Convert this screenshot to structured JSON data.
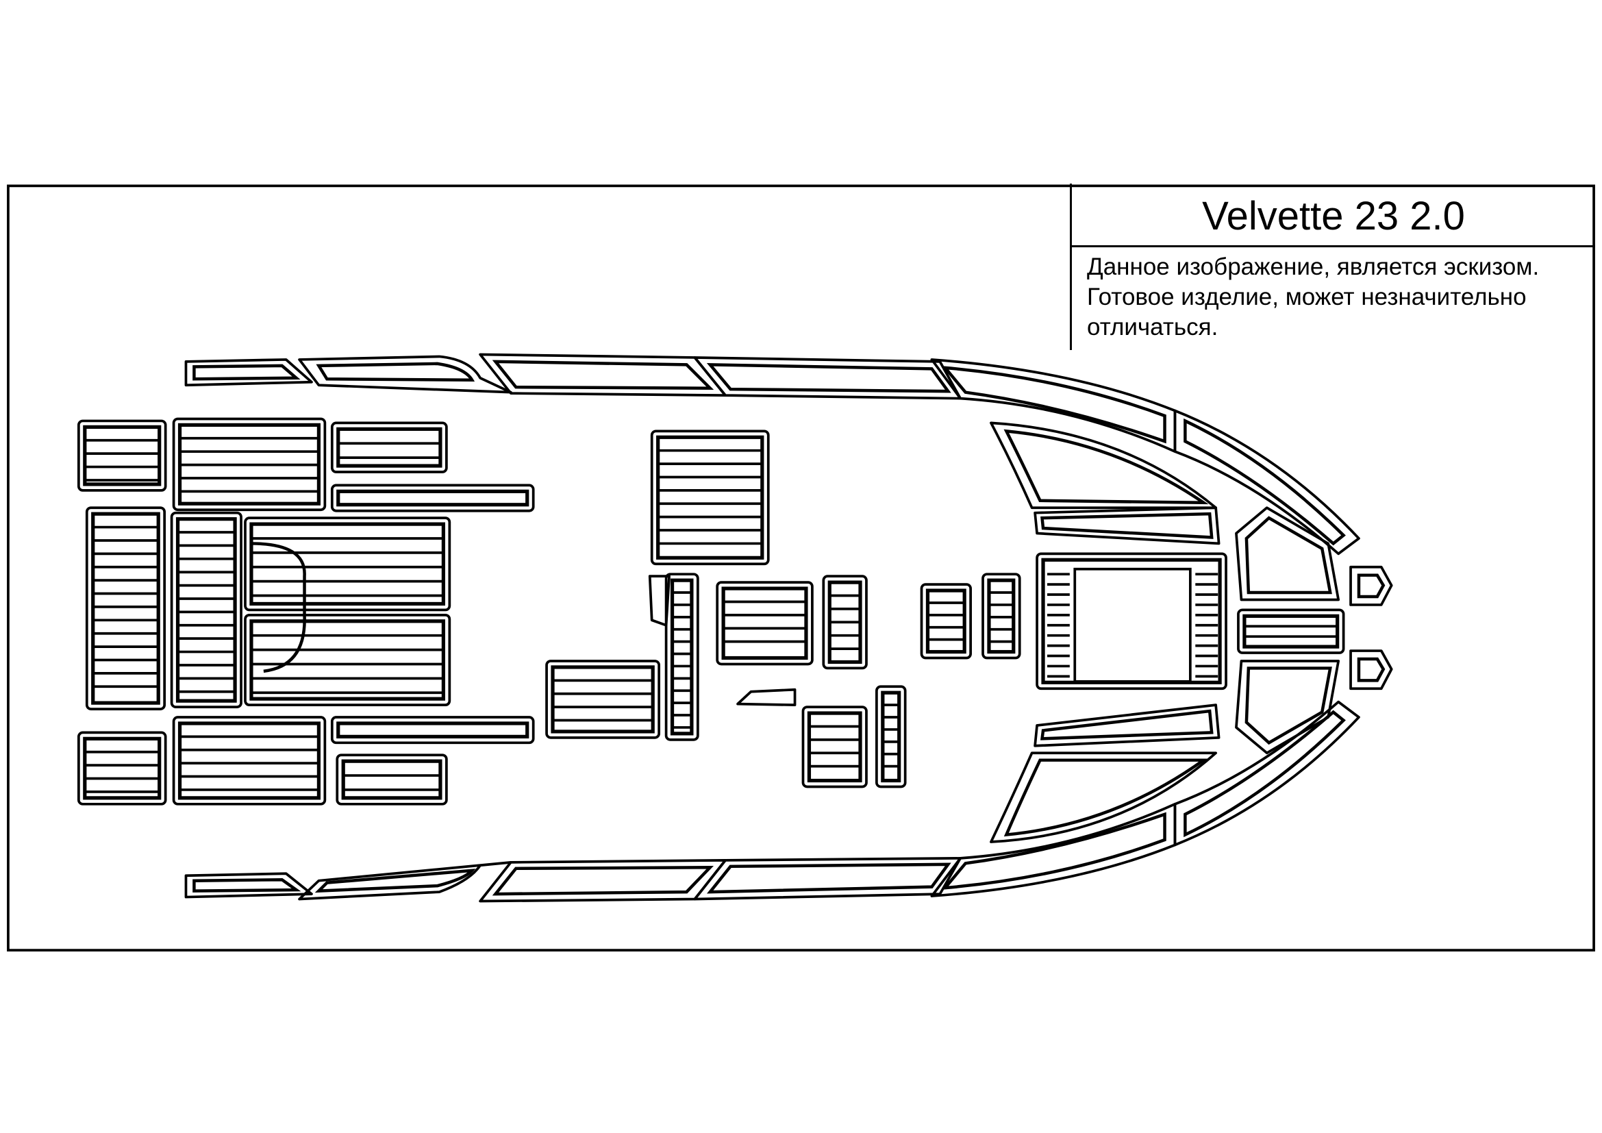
{
  "title_block": {
    "title": "Velvette 23 2.0",
    "note_lines": [
      "Данное изображение, является эскизом.",
      "Готовое изделие, может незначительно",
      "отличаться."
    ]
  },
  "colors": {
    "line": "#000000",
    "background": "#ffffff"
  }
}
